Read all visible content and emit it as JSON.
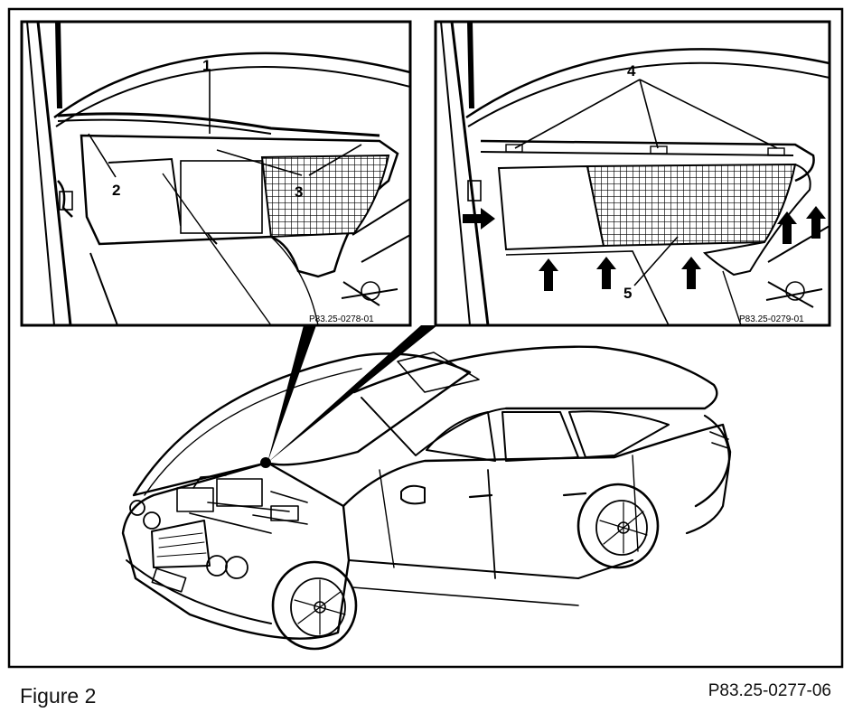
{
  "figure": {
    "caption": "Figure 2",
    "reference": "P83.25-0277-06"
  },
  "left_inset": {
    "code": "P83.25-0278-01",
    "callouts": [
      "1",
      "2",
      "3"
    ]
  },
  "right_inset": {
    "code": "P83.25-0279-01",
    "callouts": [
      "4",
      "5"
    ]
  },
  "colors": {
    "ink": "#000000",
    "paper": "#ffffff"
  }
}
